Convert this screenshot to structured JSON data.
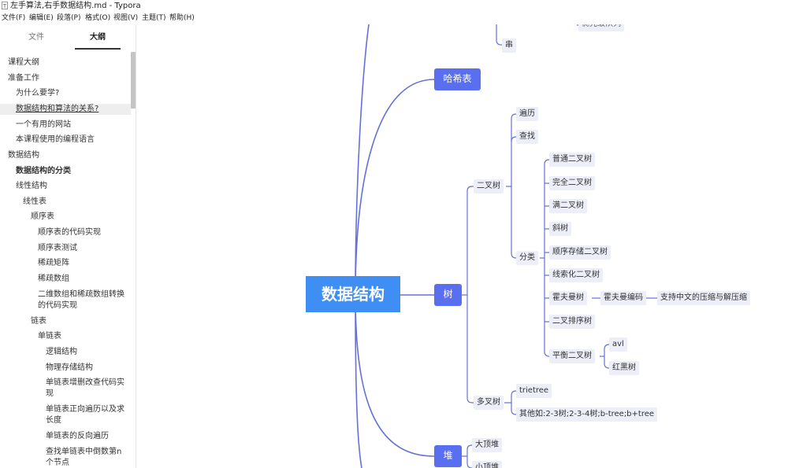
{
  "window": {
    "title": "左手算法,右手数据结构.md - Typora",
    "app_icon": "T"
  },
  "menu": [
    "文件(F)",
    "编辑(E)",
    "段落(P)",
    "格式(O)",
    "视图(V)",
    "主题(T)",
    "帮助(H)"
  ],
  "sidebar": {
    "tabs": [
      {
        "label": "文件",
        "active": false
      },
      {
        "label": "大纲",
        "active": true
      }
    ],
    "outline": [
      {
        "label": "课程大纲",
        "level": 0,
        "bold": false,
        "hl": false
      },
      {
        "label": "准备工作",
        "level": 0,
        "bold": false,
        "hl": false
      },
      {
        "label": "为什么要学?",
        "level": 1,
        "bold": false,
        "hl": false
      },
      {
        "label": "数据结构和算法的关系?",
        "level": 1,
        "bold": false,
        "hl": true
      },
      {
        "label": "一个有用的网站",
        "level": 1,
        "bold": false,
        "hl": false
      },
      {
        "label": "本课程使用的编程语言",
        "level": 1,
        "bold": false,
        "hl": false
      },
      {
        "label": "数据结构",
        "level": 0,
        "bold": false,
        "hl": false
      },
      {
        "label": "数据结构的分类",
        "level": 1,
        "bold": true,
        "hl": false
      },
      {
        "label": "线性结构",
        "level": 1,
        "bold": false,
        "hl": false
      },
      {
        "label": "线性表",
        "level": 2,
        "bold": false,
        "hl": false
      },
      {
        "label": "顺序表",
        "level": 3,
        "bold": false,
        "hl": false
      },
      {
        "label": "顺序表的代码实现",
        "level": 4,
        "bold": false,
        "hl": false
      },
      {
        "label": "顺序表测试",
        "level": 4,
        "bold": false,
        "hl": false
      },
      {
        "label": "稀疏矩阵",
        "level": 4,
        "bold": false,
        "hl": false
      },
      {
        "label": "稀疏数组",
        "level": 4,
        "bold": false,
        "hl": false
      },
      {
        "label": "二维数组和稀疏数组转换的代码实现",
        "level": 4,
        "bold": false,
        "hl": false
      },
      {
        "label": "链表",
        "level": 3,
        "bold": false,
        "hl": false
      },
      {
        "label": "单链表",
        "level": 4,
        "bold": false,
        "hl": false
      },
      {
        "label": "逻辑结构",
        "level": 5,
        "bold": false,
        "hl": false
      },
      {
        "label": "物理存储结构",
        "level": 5,
        "bold": false,
        "hl": false
      },
      {
        "label": "单链表增删改查代码实现",
        "level": 5,
        "bold": false,
        "hl": false
      },
      {
        "label": "单链表正向遍历以及求长度",
        "level": 5,
        "bold": false,
        "hl": false
      },
      {
        "label": "单链表的反向遍历",
        "level": 5,
        "bold": false,
        "hl": false
      },
      {
        "label": "查找单链表中倒数第n个节点",
        "level": 5,
        "bold": false,
        "hl": false
      }
    ]
  },
  "mindmap": {
    "root": "数据结构",
    "top_partial": "优先级队列",
    "queue_child": "串",
    "hash": "哈希表",
    "tree": "树",
    "heap": "堆",
    "tree_children": {
      "binary": "二叉树",
      "binary_children": {
        "traverse": "遍历",
        "search": "查找",
        "classify": "分类"
      },
      "classify_children": [
        "普通二叉树",
        "完全二叉树",
        "满二叉树",
        "斜树",
        "顺序存储二叉树",
        "线索化二叉树",
        "霍夫曼树",
        "二叉排序树",
        "平衡二叉树"
      ],
      "huffman_chain": [
        "霍夫曼编码",
        "支持中文的压缩与解压缩"
      ],
      "balanced_children": [
        "avl",
        "红黑树"
      ],
      "multi": "多叉树",
      "multi_children": [
        "trietree",
        "其他如:2-3树;2-3-4树;b-tree;b+tree"
      ]
    },
    "heap_children": [
      "大顶堆",
      "小顶堆"
    ],
    "colors": {
      "root": "#3f8ef4",
      "main": "#5a6ef0",
      "sub_bg": "#eceef8",
      "line": "#6570d8"
    }
  }
}
